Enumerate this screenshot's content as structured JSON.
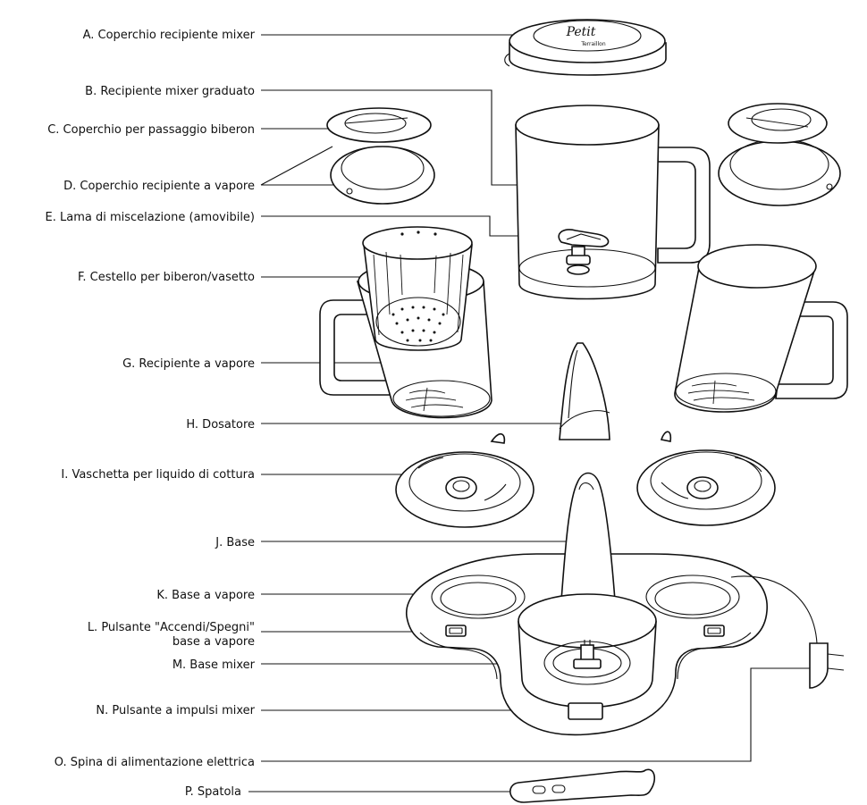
{
  "labels": [
    {
      "id": "A",
      "text": "A. Coperchio recipiente mixer"
    },
    {
      "id": "B",
      "text": "B. Recipiente mixer graduato"
    },
    {
      "id": "C",
      "text": "C. Coperchio per passaggio biberon"
    },
    {
      "id": "D",
      "text": "D. Coperchio recipiente a vapore"
    },
    {
      "id": "E",
      "text": "E. Lama di miscelazione (amovibile)"
    },
    {
      "id": "F",
      "text": "F. Cestello per biberon/vasetto"
    },
    {
      "id": "G",
      "text": "G. Recipiente a vapore"
    },
    {
      "id": "H",
      "text": "H. Dosatore"
    },
    {
      "id": "I",
      "text": "I. Vaschetta per liquido di cottura"
    },
    {
      "id": "J",
      "text": "J. Base"
    },
    {
      "id": "K",
      "text": "K. Base a vapore"
    },
    {
      "id": "L1",
      "text": "L. Pulsante \"Accendi/Spegni\""
    },
    {
      "id": "L2",
      "text": "base a vapore"
    },
    {
      "id": "M",
      "text": "M. Base mixer"
    },
    {
      "id": "N",
      "text": "N. Pulsante a impulsi mixer"
    },
    {
      "id": "O",
      "text": "O. Spina di alimentazione elettrica"
    },
    {
      "id": "P",
      "text": "P. Spatola"
    }
  ],
  "brand": {
    "line1": "Petit",
    "line2": "Terraillon"
  }
}
